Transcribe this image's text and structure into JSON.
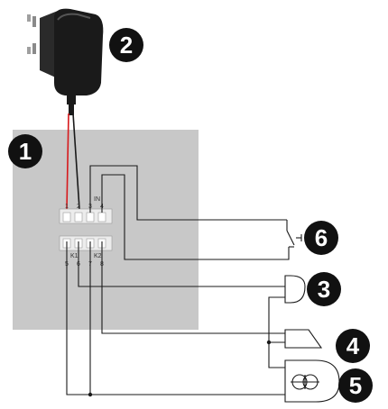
{
  "colors": {
    "panel": "#c8c8c8",
    "wire": "#1a1a1a",
    "red_wire": "#d7191c",
    "badge": "#111111"
  },
  "terminal_block_top": {
    "group_label": "IN",
    "terminals": [
      "1",
      "2",
      "3",
      "4"
    ]
  },
  "terminal_block_bottom": {
    "group_labels": [
      "K1",
      "K2"
    ],
    "terminals": [
      "5",
      "6",
      "7",
      "8"
    ]
  },
  "badges": [
    "1",
    "2",
    "3",
    "4",
    "5",
    "6"
  ],
  "components": {
    "power_adapter": "plug-in power adapter",
    "switch": "normally-open contact",
    "horn": "horn",
    "siren": "siren",
    "bell": "bell"
  }
}
